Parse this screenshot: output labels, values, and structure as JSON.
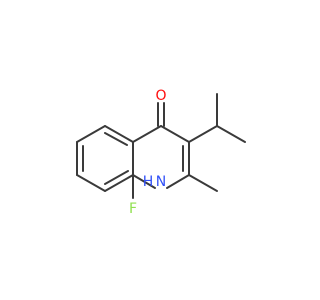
{
  "molecule": {
    "atoms": {
      "oxygen": {
        "symbol": "O",
        "color": "#ff0d0d"
      },
      "nitrogen_h": {
        "symbol": "H",
        "color": "#3050f8"
      },
      "nitrogen": {
        "symbol": "N",
        "color": "#3050f8"
      },
      "fluorine": {
        "symbol": "F",
        "color": "#90e050"
      }
    },
    "bond_color": "#3a3a3a"
  }
}
